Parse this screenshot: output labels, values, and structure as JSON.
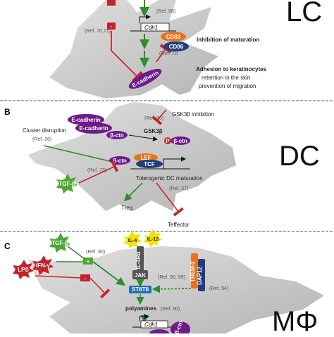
{
  "panel_a": {
    "cell_label": "LC",
    "refs": {
      "r1": "(Ref. 68)",
      "r2": "(Ref. 70,71)",
      "r3": "(Ref. 72)"
    },
    "gene": "Cdh1",
    "markers": {
      "m1": "CD83",
      "m2": "CD86"
    },
    "ecad": "E-cadherin",
    "inhibition": "Inhibition of maturation",
    "adhesion_title": "Adhesion to keratinocytes",
    "adhesion_line1": "retention in the skin",
    "adhesion_line2": "prevention of migration"
  },
  "panel_b": {
    "letter": "B",
    "cell_label": "DC",
    "ecad1": "E-cadherin",
    "ecad2": "E-cadherin",
    "bctn": "β-ctn",
    "gsk": "GSK3β",
    "p": "P",
    "gsk_inhib": "GSK3β inhibition",
    "cluster": "Cluster disruption",
    "lef": "LEF",
    "tcf": "TCF",
    "tgfb": "TGF-β",
    "tolerogenic": "Tolerogenic DC maturation",
    "treg": "Treg",
    "teffector": "Teffector",
    "refs": {
      "r26a": "(Ref. 26)",
      "r26b": "(Ref. 26)",
      "r73": "(Ref. 73)",
      "r37": "(Ref. 37)"
    }
  },
  "panel_c": {
    "letter": "C",
    "cell_label": "MΦ",
    "tgfb": "TGF-β",
    "ifng": "IFN-γ",
    "lps": "LPS",
    "il4": "IL-4",
    "il13": "IL-13",
    "il4ra": "IL-4Rα",
    "jak": "JAK",
    "stat6": "STAT6",
    "trem2": "TREM-2",
    "dap12": "DAP12",
    "polyamines": "polyamines",
    "gene": "Cdh1",
    "bctn": "β-ctn",
    "plus": "+",
    "minus": "-",
    "refs": {
      "r90a": "(Ref. 90)",
      "r90b": "(Ref. 90, 99)",
      "r94": "(Ref. 94)",
      "r90c": "(Ref. 90)"
    }
  },
  "colors": {
    "cell": "#cfcfcf",
    "purple": "#6e1a8a",
    "orange": "#e8731c",
    "navy": "#1f3f7a",
    "green": "#4fa833",
    "red": "#c0242b",
    "arrow_green": "#2e8b2e",
    "arrow_red": "#c9252c",
    "yellow": "#f3e200",
    "gray_dark": "#555555"
  }
}
